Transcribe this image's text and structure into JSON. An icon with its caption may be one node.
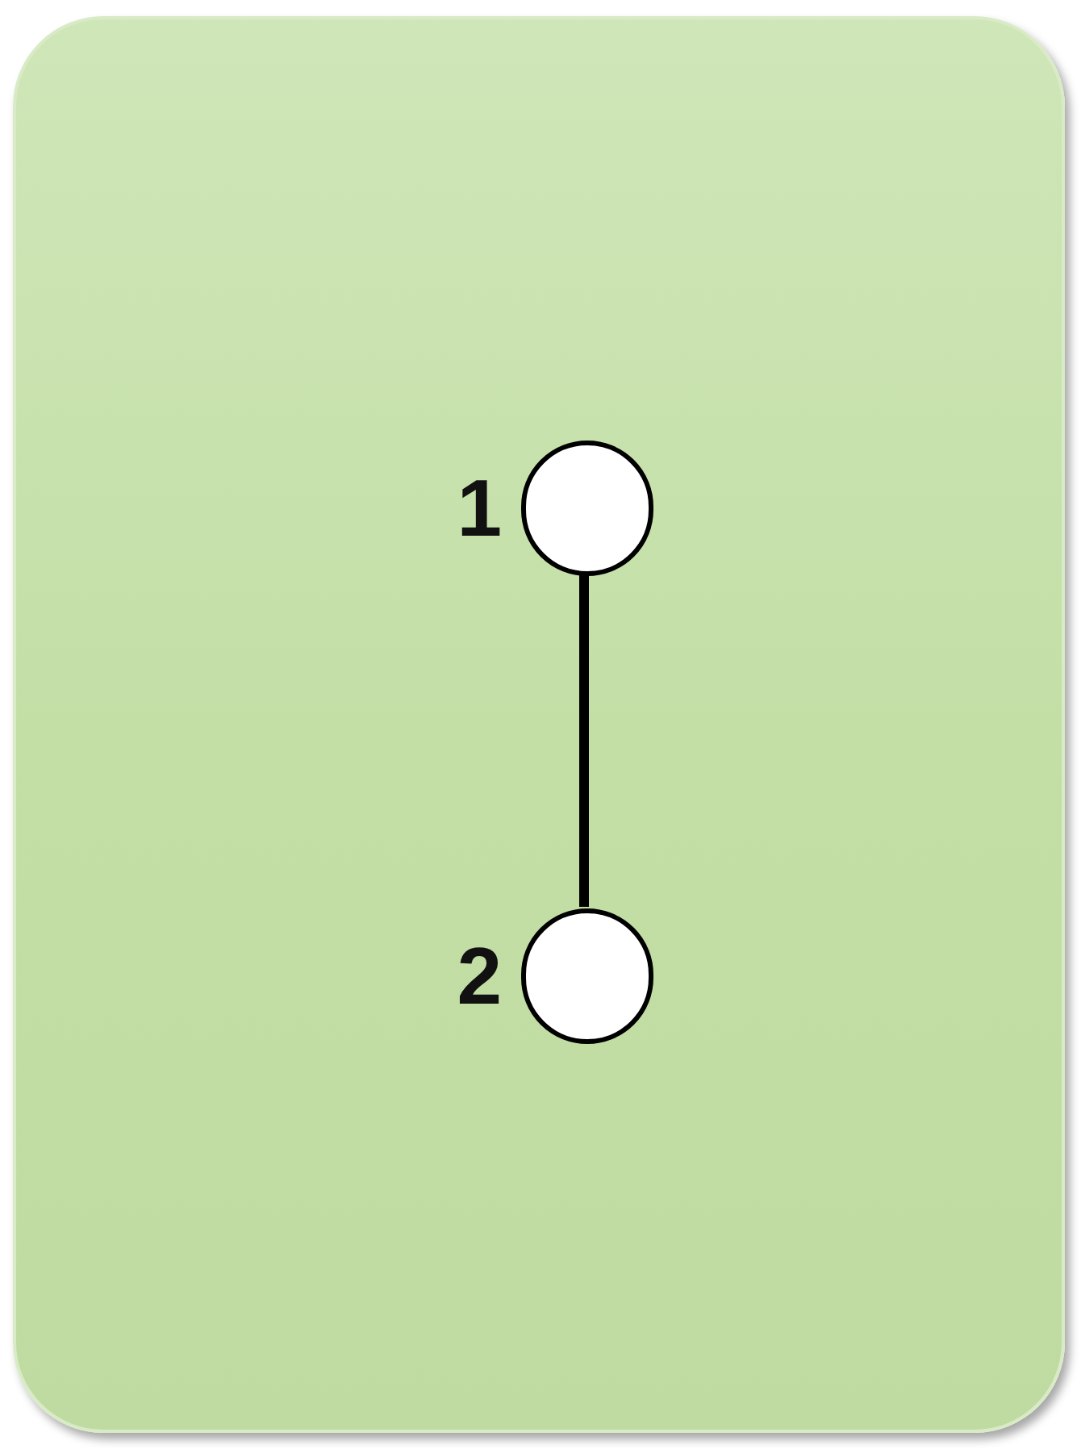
{
  "diagram": {
    "nodes": [
      {
        "text": [],
        "shape": "box"
      },
      {
        "text": [],
        "shape": "circle",
        "in": 0,
        "beside": [
          "1"
        ]
      },
      {
        "text": [],
        "shape": "circle",
        "in": 0,
        "beside": [
          "2"
        ]
      }
    ],
    "edges": [
      {
        "from": 1,
        "to": 2,
        "arrow": "none"
      }
    ]
  }
}
